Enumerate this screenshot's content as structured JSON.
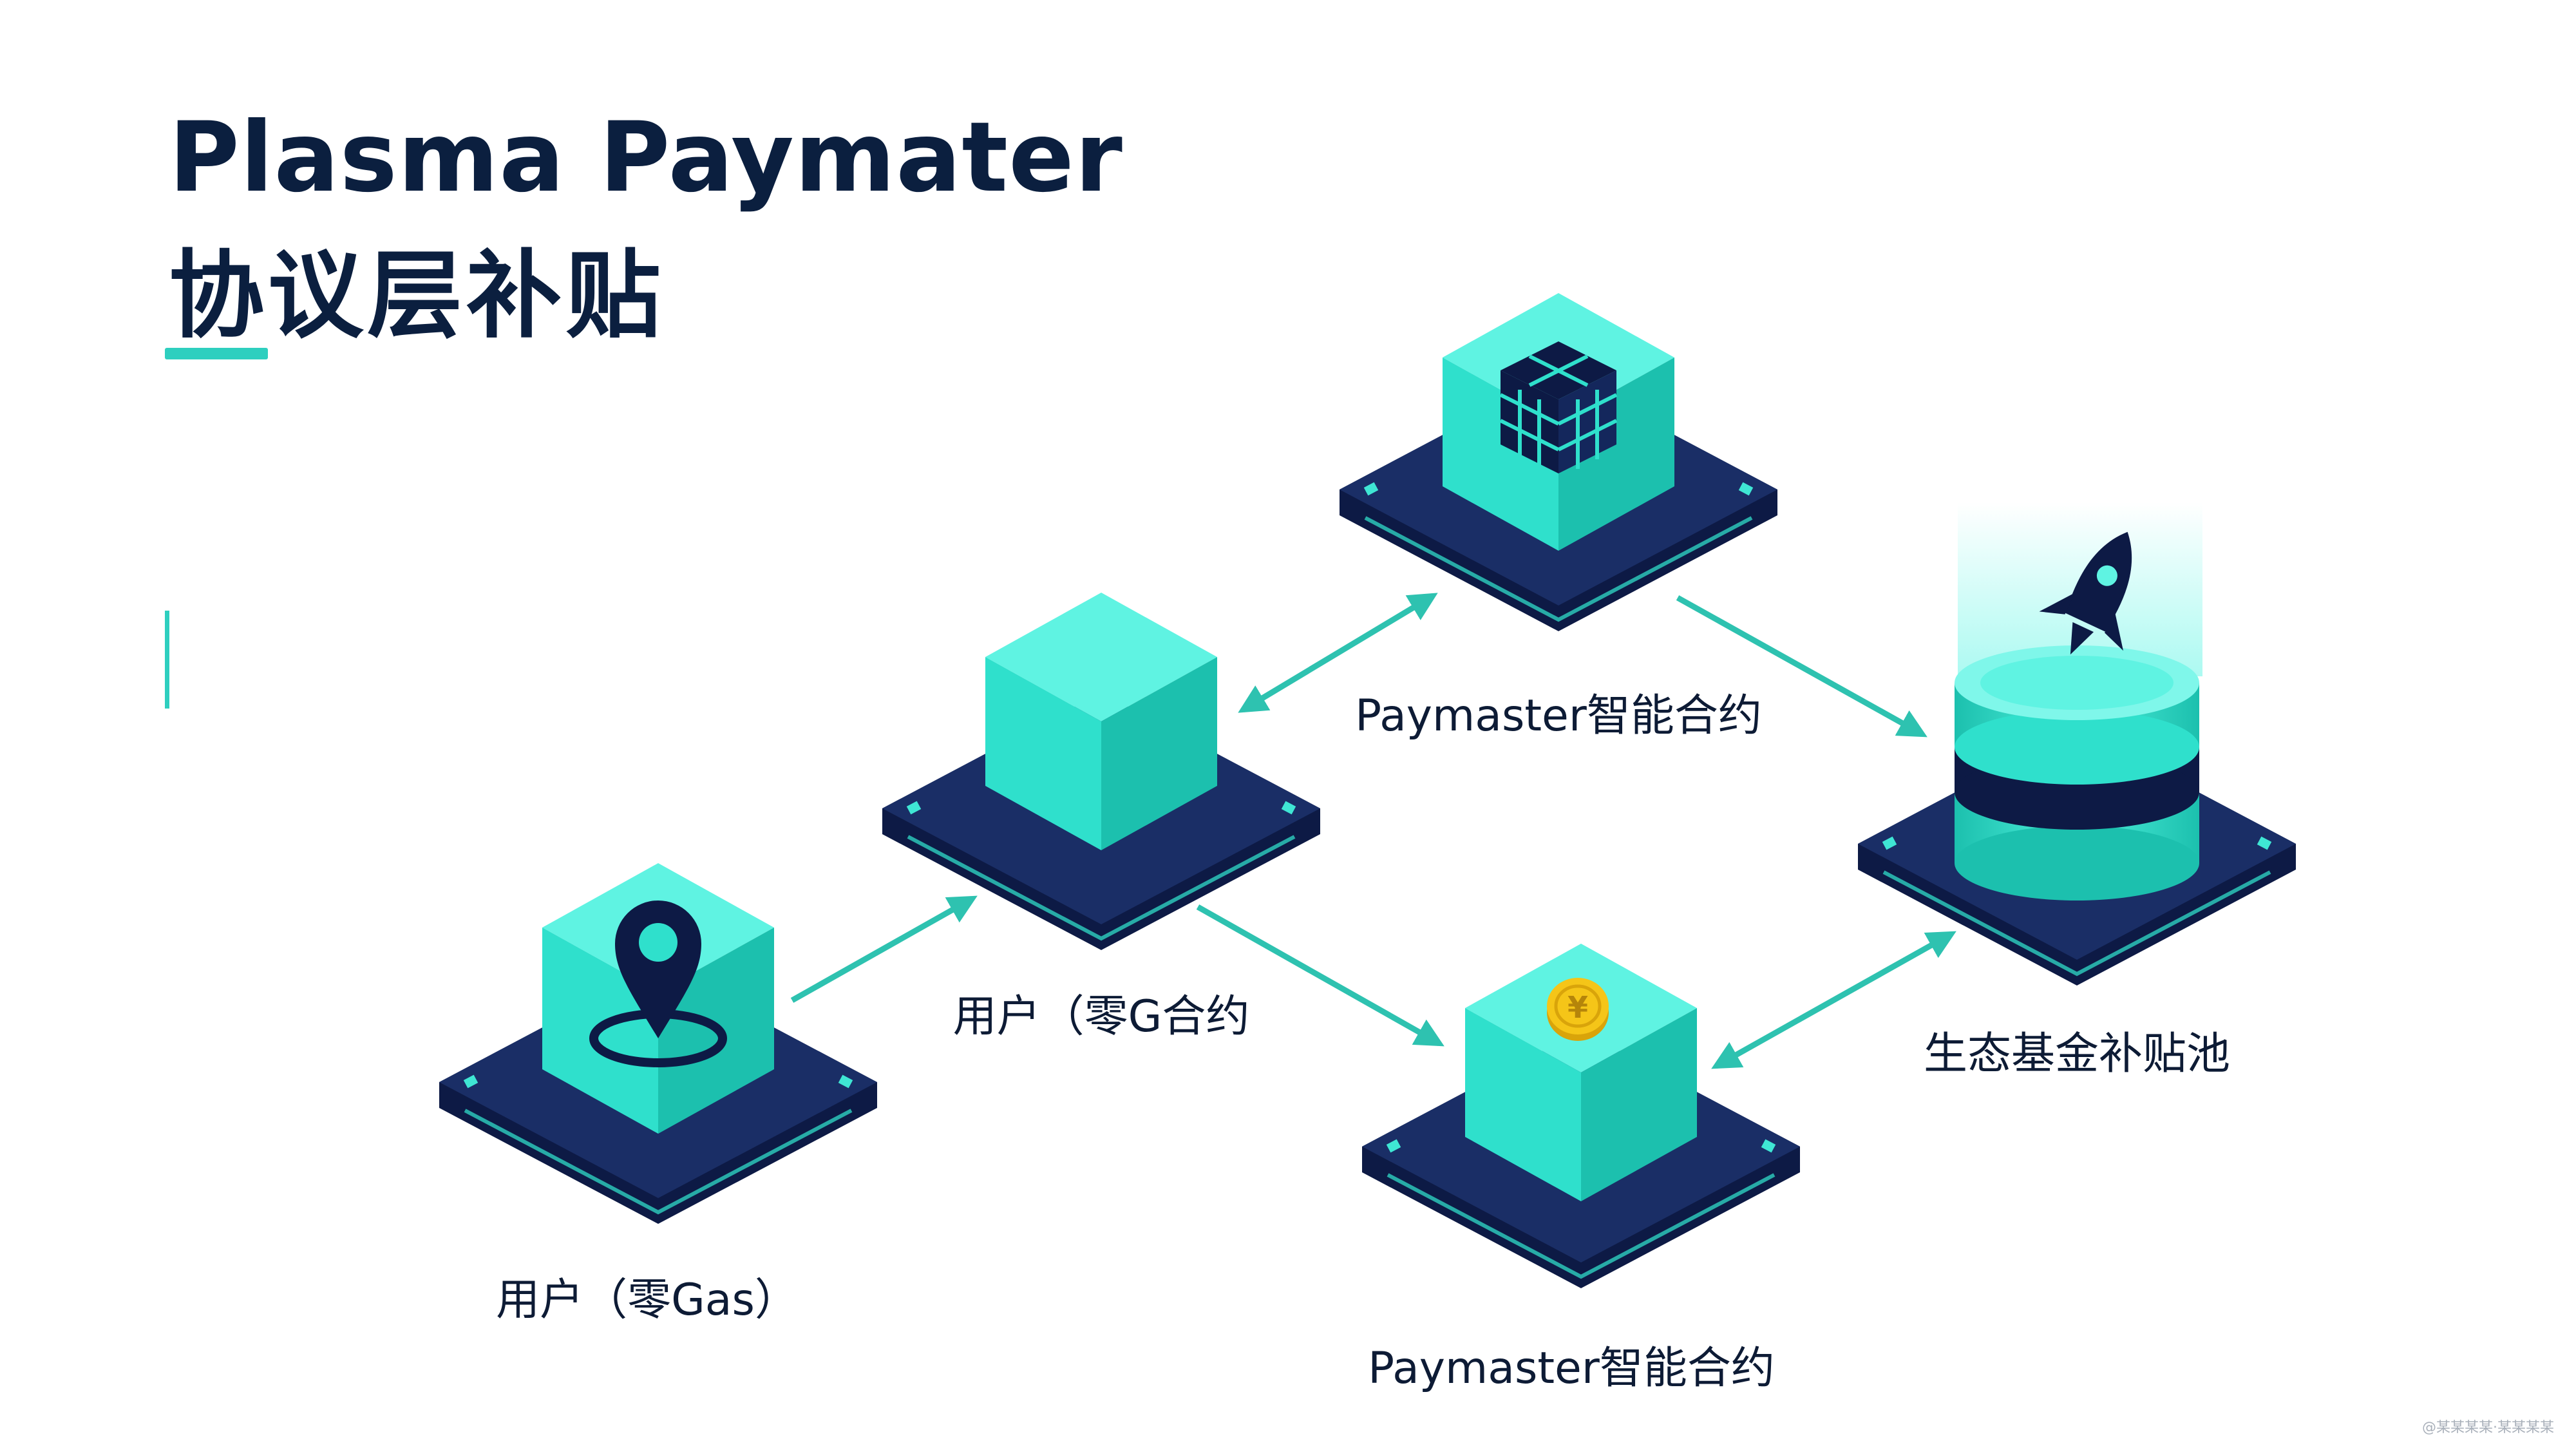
{
  "title": {
    "line1": "Plasma Paymater",
    "line2": "协议层补贴"
  },
  "nodes": {
    "user_zero_gas": {
      "label": "用户（零Gas）",
      "icon": "location-pin-icon"
    },
    "user_zero_g": {
      "label": "用户（零G合约",
      "icon": "cube-icon"
    },
    "paymaster_top": {
      "label": "Paymaster智能合约",
      "icon": "grid-cube-icon"
    },
    "paymaster_bottom": {
      "label": "Paymaster智能合约",
      "icon": "coin-icon"
    },
    "eco_fund_pool": {
      "label": "生态基金补贴池",
      "icon": "rocket-icon"
    }
  },
  "watermark": "@某某某某·某某某某",
  "colors": {
    "accent": "#2ecfbf",
    "cube_front": "#2fe0cc",
    "cube_top": "#5ff3e2",
    "cube_side": "#1cc0ae",
    "platform": "#14275c",
    "platform_dark": "#0d1a45",
    "title": "#0b1f3f",
    "arrow": "#2ec2b0"
  }
}
